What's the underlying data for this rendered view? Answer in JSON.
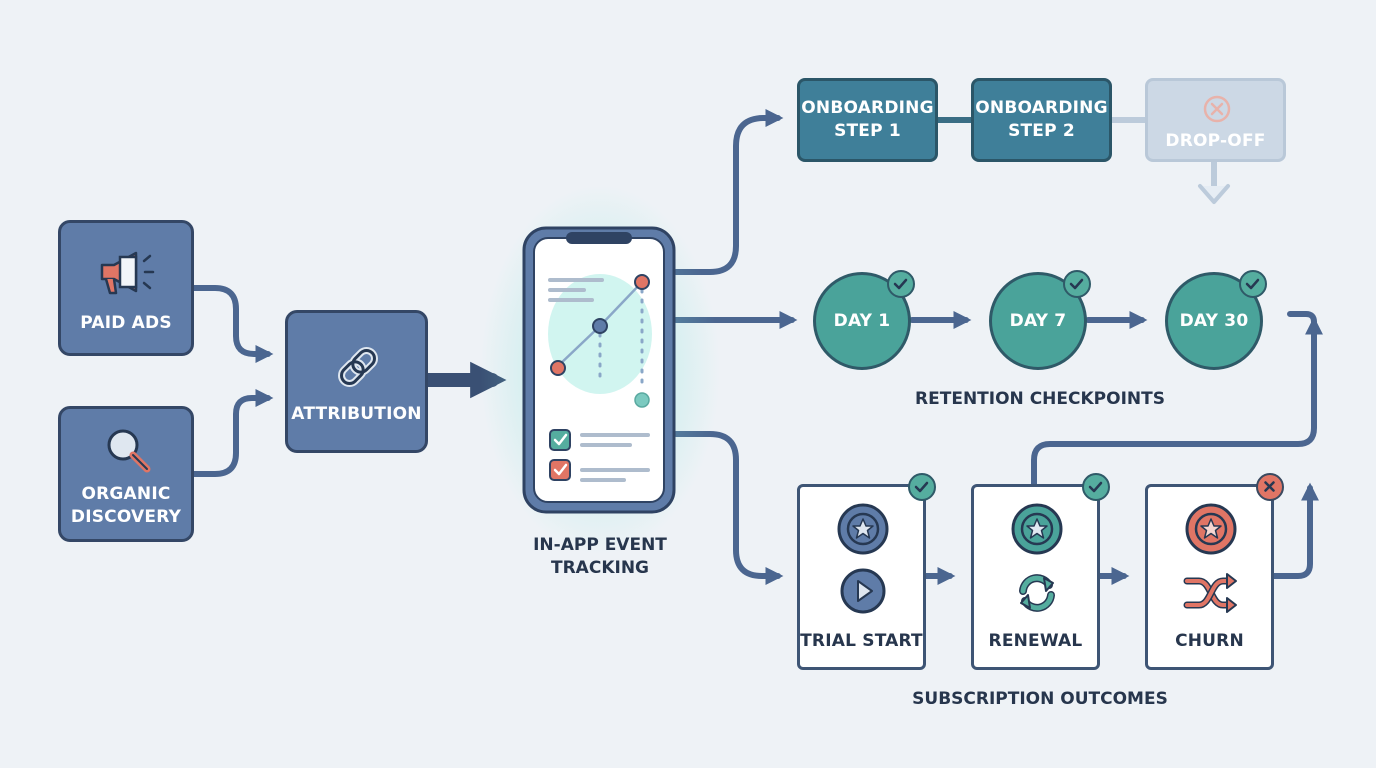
{
  "sources": {
    "paid_ads": "PAID ADS",
    "organic_line1": "ORGANIC",
    "organic_line2": "DISCOVERY"
  },
  "attribution": "ATTRIBUTION",
  "tracking": {
    "line1": "IN-APP EVENT",
    "line2": "TRACKING"
  },
  "onboarding": {
    "step1_line1": "ONBOARDING",
    "step1_line2": "STEP 1",
    "step2_line1": "ONBOARDING",
    "step2_line2": "STEP 2",
    "dropoff": "DROP-OFF"
  },
  "retention": {
    "days": [
      "DAY 1",
      "DAY 7",
      "DAY 30"
    ],
    "caption": "RETENTION CHECKPOINTS"
  },
  "subscription": {
    "trial": "TRIAL START",
    "renewal": "RENEWAL",
    "churn": "CHURN",
    "caption": "SUBSCRIPTION OUTCOMES"
  },
  "colors": {
    "source_fill": "#5f7ca8",
    "onboarding_fill": "#3f7f99",
    "retention_fill": "#4aa39a",
    "success": "#55ad9f",
    "failure": "#e07565",
    "outline": "#344766"
  },
  "icons": [
    "megaphone-icon",
    "magnifier-icon",
    "chain-link-icon",
    "phone-icon",
    "check-icon",
    "close-icon",
    "star-badge-icon",
    "play-icon",
    "refresh-icon",
    "shuffle-icon"
  ]
}
